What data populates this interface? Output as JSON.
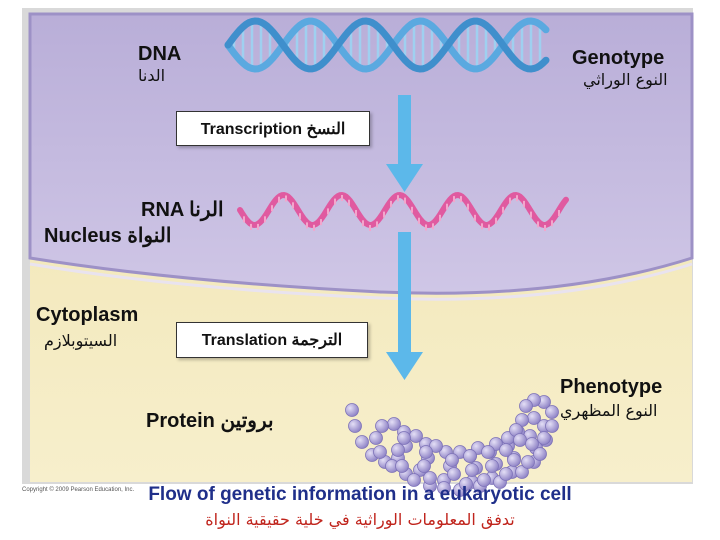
{
  "labels": {
    "dna_en": "DNA",
    "dna_ar": "الدنا",
    "genotype_en": "Genotype",
    "genotype_ar": "النوع الوراثي",
    "transcription": "Transcription النسخ",
    "rna": "RNA الرنا",
    "nucleus": "Nucleus النواة",
    "cytoplasm_en": "Cytoplasm",
    "cytoplasm_ar": "السيتوبلازم",
    "translation": "Translation الترجمة",
    "protein": "Protein بروتين",
    "phenotype_en": "Phenotype",
    "phenotype_ar": "النوع المظهري"
  },
  "copyright": "Copyright © 2009 Pearson Education, Inc.",
  "footer": {
    "english": "Flow of genetic information in a eukaryotic cell",
    "arabic": "تدفق المعلومات الوراثية في خلية حقيقية النواة"
  },
  "colors": {
    "nucleus_fill": "#bdb3d9",
    "nucleus_edge": "#9c8fc4",
    "cytoplasm_fill": "#f2e6b5",
    "frame": "#d8d8d8",
    "dna_strand": "#5aa9e0",
    "rna_strand": "#e05aa0",
    "arrow": "#5cb8ea",
    "protein_bead": "#a69bd6"
  }
}
